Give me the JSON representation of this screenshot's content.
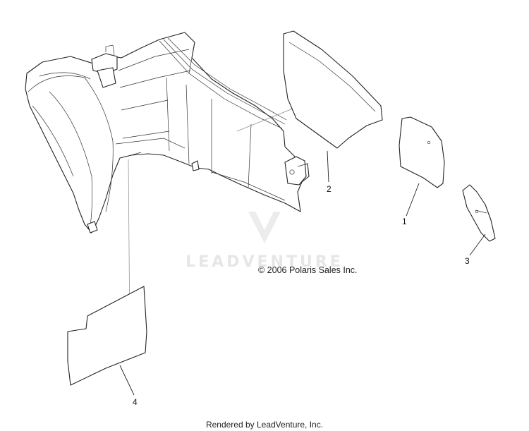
{
  "diagram": {
    "callouts": [
      {
        "id": "1",
        "label": "1"
      },
      {
        "id": "2",
        "label": "2"
      },
      {
        "id": "3",
        "label": "3"
      },
      {
        "id": "4",
        "label": "4"
      }
    ],
    "copyright": "© 2006 Polaris Sales Inc.",
    "watermark": "LEADVENTURE",
    "footer": "Rendered by LeadVenture, Inc."
  },
  "colors": {
    "line": "#222222",
    "watermark": "#e6e6e6",
    "background": "#ffffff"
  }
}
